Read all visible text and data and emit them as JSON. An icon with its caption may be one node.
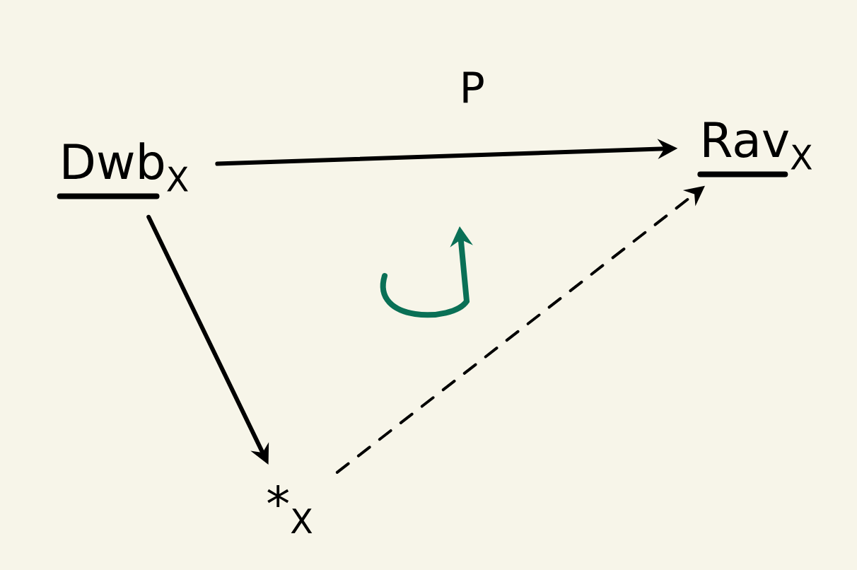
{
  "diagram": {
    "nodes": [
      {
        "text": [
          "Dwb$_{X}$"
        ]
      },
      {
        "text": [
          "Rav$_{X}$"
        ]
      },
      {
        "text": [
          "*$_{X}$"
        ]
      }
    ],
    "edges": [
      {
        "from": 0,
        "to": 1,
        "arrow": "to",
        "label": "P"
      },
      {
        "from": 0,
        "to": 2,
        "arrow": "to"
      },
      {
        "from": 2,
        "to": 1,
        "arrow": "to",
        "style": "dashed"
      }
    ]
  }
}
